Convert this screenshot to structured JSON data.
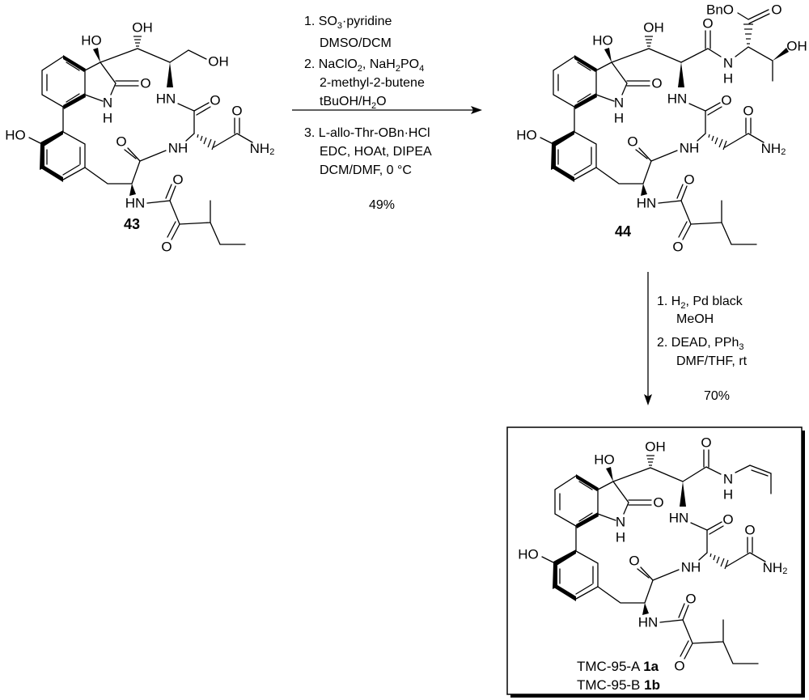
{
  "atoms": {
    "HO": "HO",
    "OH": "OH",
    "O": "O",
    "N": "N",
    "H": "H",
    "HN": "HN",
    "NH": "NH",
    "NH2_main": "NH",
    "NH2_sub": "2",
    "BnO": "BnO"
  },
  "compounds": {
    "start": "43",
    "intermediate": "44",
    "product_a_name": "TMC-95-A",
    "product_a_num": "1a",
    "product_b_name": "TMC-95-B",
    "product_b_num": "1b"
  },
  "step1": {
    "l1a": "1. SO",
    "l1s": "3",
    "l1b": "·pyridine",
    "l2": "DMSO/DCM",
    "l3a": "2. NaClO",
    "l3s1": "2",
    "l3b": ", NaH",
    "l3s2": "2",
    "l3c": "PO",
    "l3s3": "4",
    "l4": "2-methyl-2-butene",
    "l5a": "tBuOH/H",
    "l5s": "2",
    "l5b": "O",
    "l6": "3. L-allo-Thr-OBn·HCl",
    "l7": "EDC, HOAt, DIPEA",
    "l8": "DCM/DMF, 0 °C",
    "yield": "49%"
  },
  "step2": {
    "l1a": "1.  H",
    "l1s": "2",
    "l1b": ", Pd black",
    "l2": "MeOH",
    "l3a": "2.  DEAD, PPh",
    "l3s": "3",
    "l4": "DMF/THF, rt",
    "yield": "70%"
  }
}
